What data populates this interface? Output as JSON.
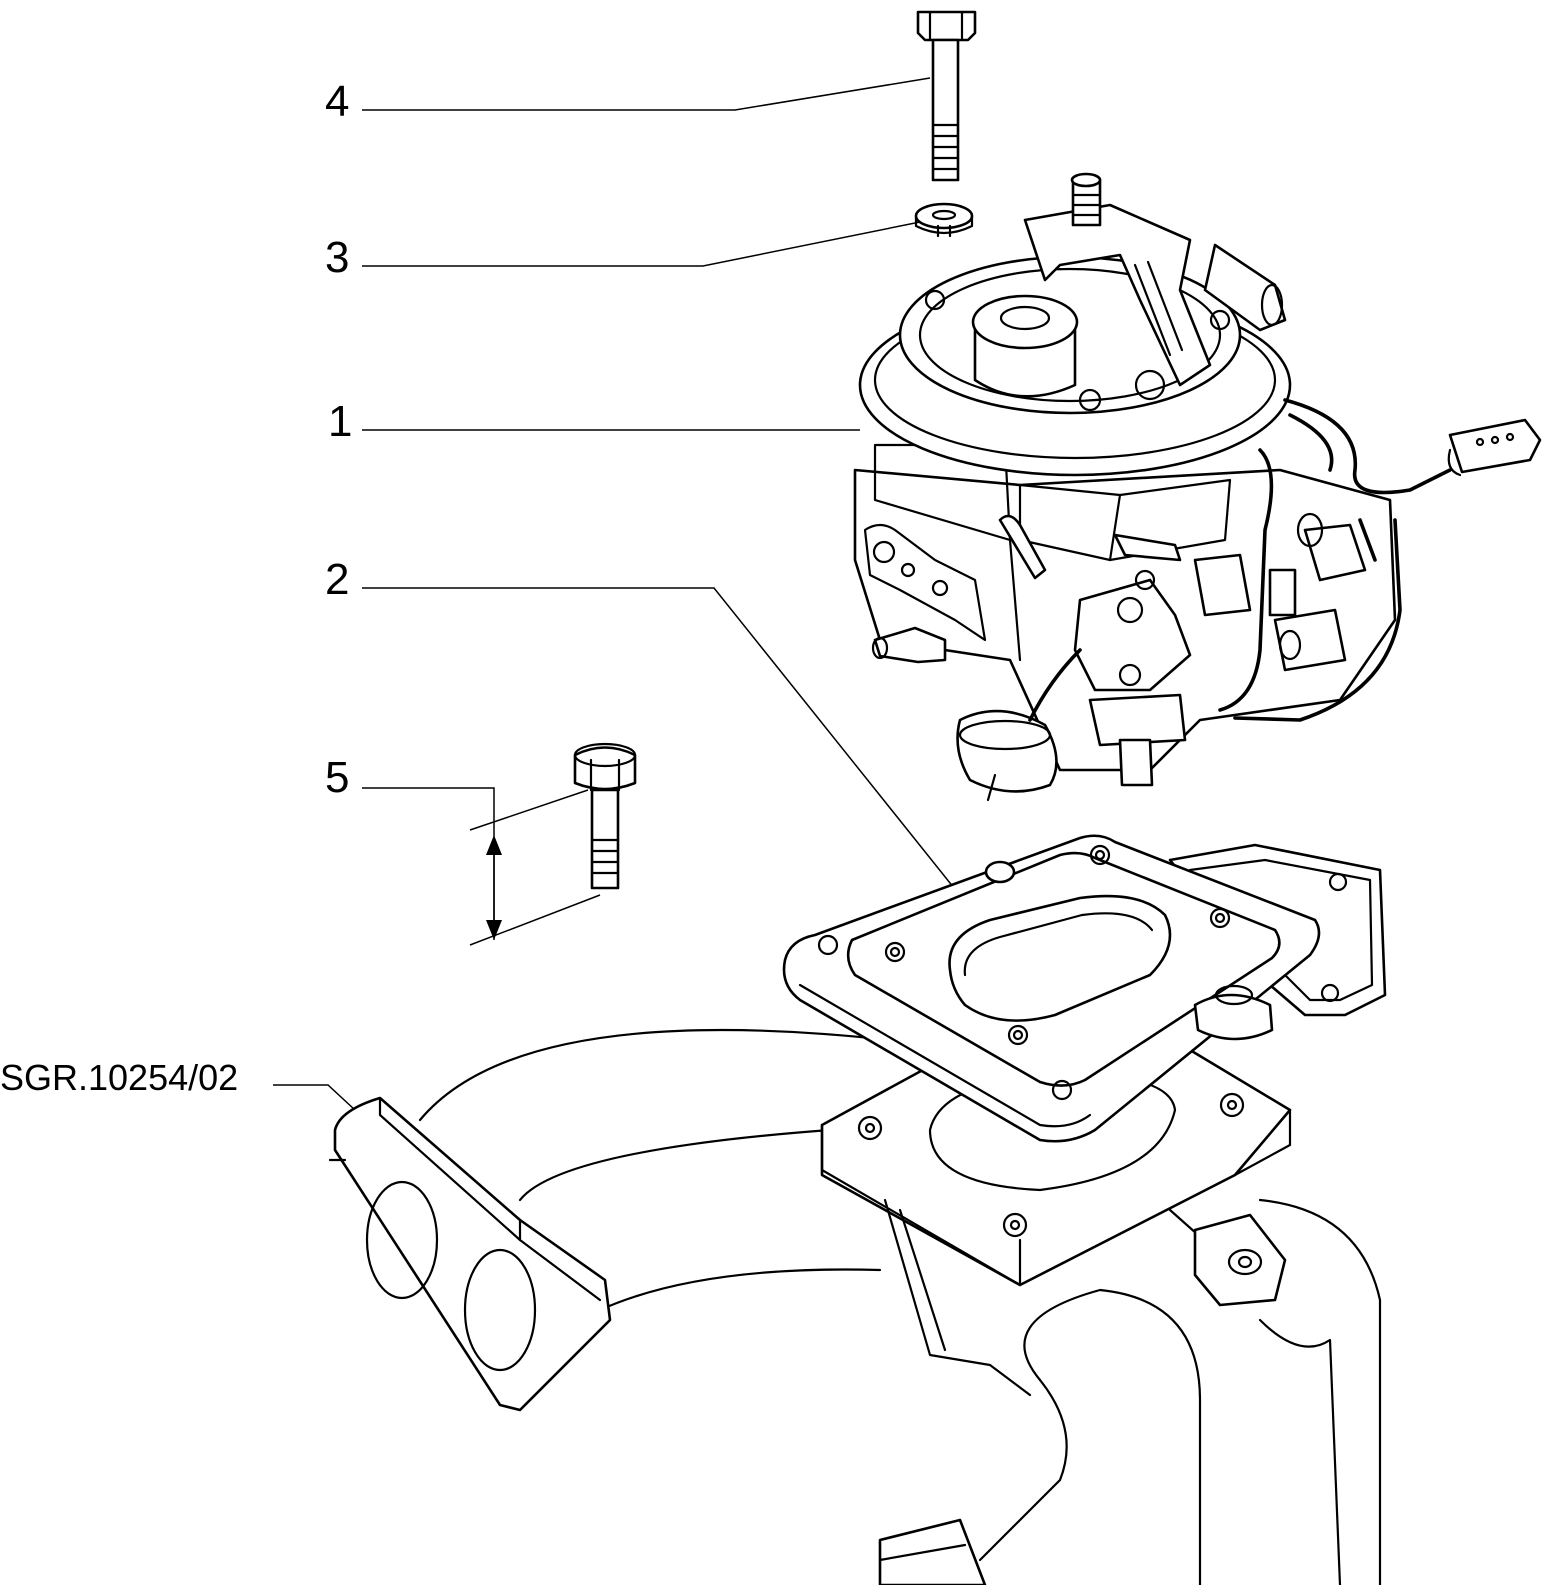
{
  "callouts": {
    "part4": "4",
    "part3": "3",
    "part1": "1",
    "part2": "2",
    "part5": "5"
  },
  "drawing_ref": "SGR.10254/02",
  "icons": {
    "bolt": "hex-bolt-icon",
    "washer": "washer-icon",
    "carburetor": "carburetor-icon",
    "gasket": "gasket-icon",
    "manifold": "intake-manifold-icon"
  },
  "colors": {
    "ink": "#000000",
    "paper": "#ffffff"
  }
}
